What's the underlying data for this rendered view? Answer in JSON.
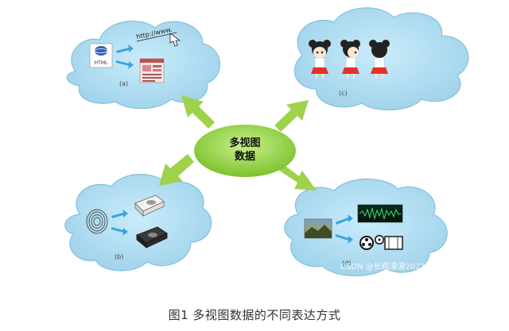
{
  "diagram": {
    "center": {
      "line1": "多视图",
      "line2": "数据"
    },
    "panels": {
      "a": {
        "label": "(a)",
        "url_text": "http://www.",
        "html_text": "HTML"
      },
      "b": {
        "label": "(b)"
      },
      "c": {
        "label": "(c)"
      },
      "d": {
        "label": "(d)"
      }
    },
    "watermark": "CSDN @长路漫漫2021",
    "colors": {
      "cloud_fill": "#a8d8ee",
      "cloud_stroke": "#7fb9d6",
      "arrow": "#9ed24a",
      "inner_arrow": "#3aa3e0",
      "center_fill": "#8fcf3c"
    }
  },
  "caption": "图1 多视图数据的不同表达方式"
}
